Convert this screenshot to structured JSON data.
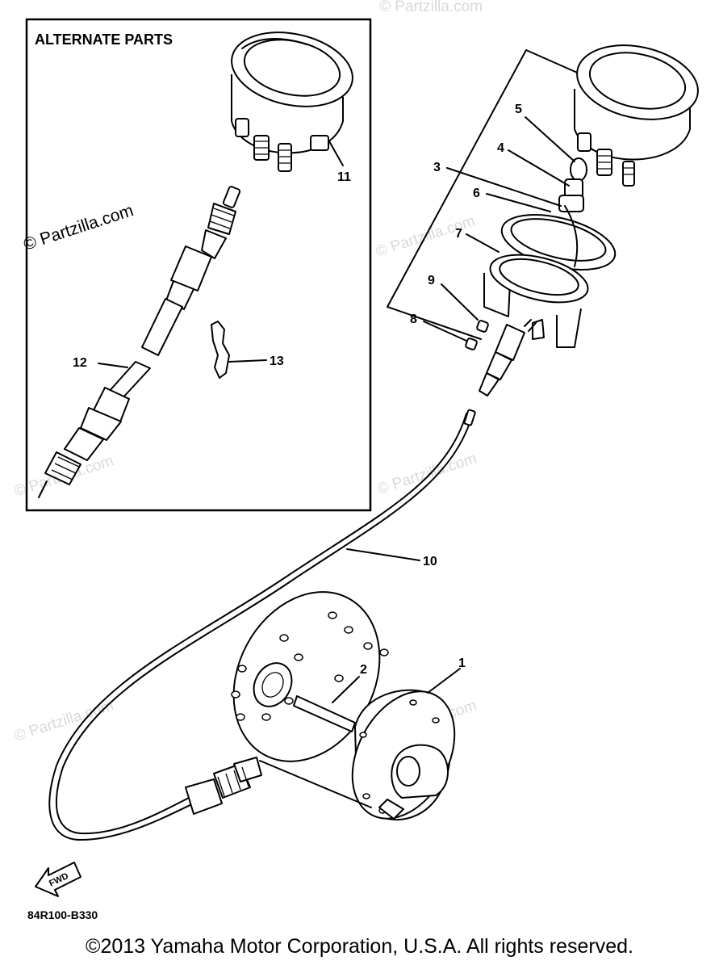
{
  "diagram": {
    "alternate_parts_title": "ALTERNATE PARTS",
    "code": "84R100-B330",
    "fwd_label": "FWD",
    "footer": "©2013 Yamaha Motor Corporation, U.S.A. All rights reserved.",
    "watermark_primary": "© Partzilla.com",
    "watermark": "© Partzilla.com",
    "callouts": [
      "1",
      "2",
      "3",
      "4",
      "5",
      "6",
      "7",
      "8",
      "9",
      "10",
      "11",
      "12",
      "13"
    ]
  }
}
